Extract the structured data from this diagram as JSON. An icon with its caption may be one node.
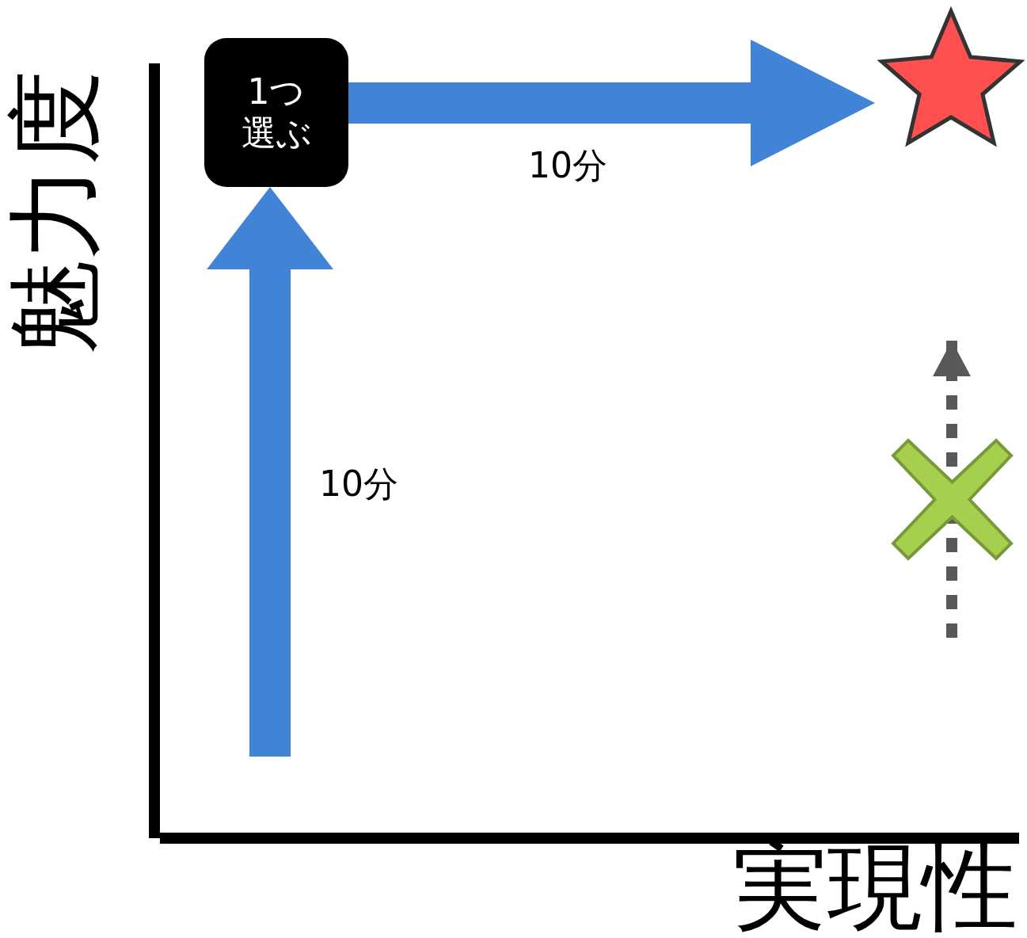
{
  "diagram": {
    "nodes": [
      {
        "text": [
          "1つ選ぶ"
        ]
      },
      {
        "text": [],
        "shape": "star"
      },
      {
        "text": [],
        "shape": "cross"
      }
    ],
    "edges": [
      {
        "from": null,
        "to": 0,
        "arrow": "to",
        "label": "10分"
      },
      {
        "from": 0,
        "to": 1,
        "arrow": "to",
        "label": "10分"
      }
    ],
    "labels": [
      "魅力度",
      "実現性"
    ]
  }
}
